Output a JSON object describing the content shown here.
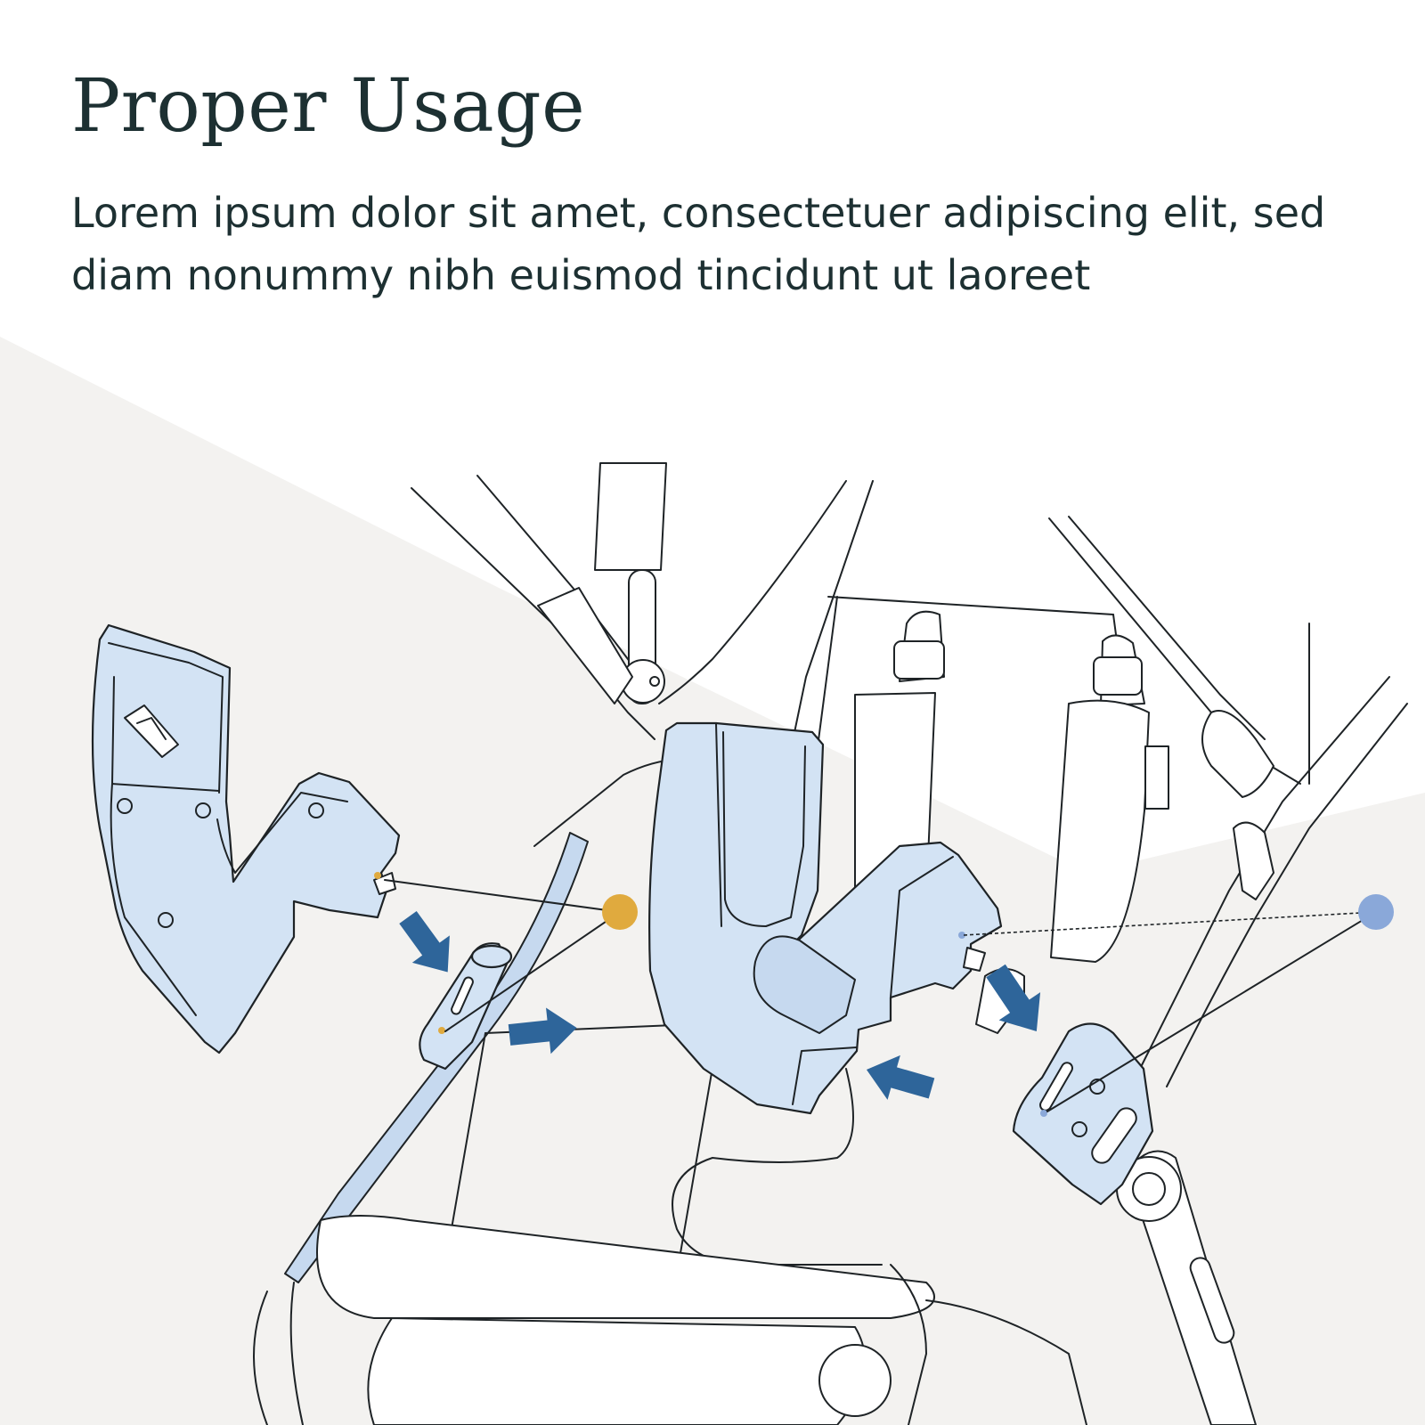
{
  "header": {
    "title": "Proper Usage",
    "subtitle": "Lorem ipsum dolor sit amet, consectetuer adipiscing elit, sed diam nonummy nibh euismod tincidunt ut laoreet"
  },
  "colors": {
    "background": "#ffffff",
    "background_band": "#f3f2f0",
    "text": "#1d3032",
    "part_fill": "#d3e3f4",
    "arrow": "#2e659a",
    "marker_left": "#e0aa3e",
    "marker_right": "#8aa8d9",
    "outline": "#1e2326"
  },
  "diagram": {
    "subject": "stroller frame with car seat adapters",
    "callouts": [
      {
        "id": "left",
        "color": "#e0aa3e"
      },
      {
        "id": "right",
        "color": "#8aa8d9"
      }
    ],
    "arrows": [
      {
        "direction": "down-right"
      },
      {
        "direction": "right"
      },
      {
        "direction": "down-right"
      },
      {
        "direction": "left"
      }
    ]
  }
}
